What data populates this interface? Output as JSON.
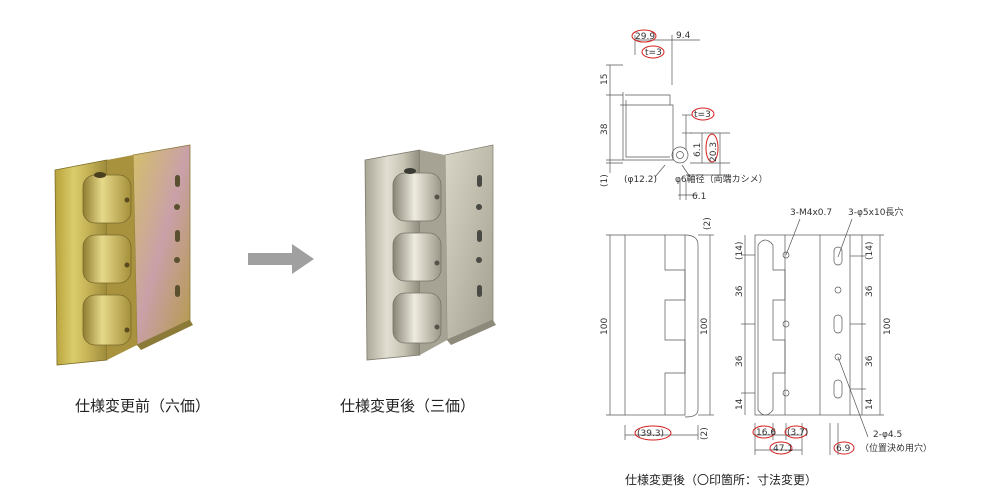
{
  "photos": {
    "before_caption": "仕様変更前（六価）",
    "after_caption": "仕様変更後（三価）"
  },
  "drawing": {
    "colors": {
      "line": "#555555",
      "highlight": "#d42020",
      "text": "#333333"
    },
    "top_view": {
      "dim_width": "29.9",
      "dim_offset": "9.4",
      "thickness_top": "t=3",
      "thickness_side": "t=3",
      "dim_15": "15",
      "dim_38": "38",
      "dim_1": "(1)",
      "dim_6_1_a": "6.1",
      "dim_20_3": "20.3",
      "dim_12_2": "(φ12.2)",
      "axis_note": "φ6軸径（両端カシメ）",
      "dim_6_1_b": "6.1"
    },
    "front_view": {
      "dim_2_top": "(2)",
      "dim_100_left": "100",
      "dim_100_right": "100",
      "dim_39_3": "(39.3)",
      "dim_2_bottom": "(2)"
    },
    "side_view": {
      "screw_label": "3-M4x0.7",
      "slot_label": "3-φ5x10長穴",
      "dim_14_top_left": "(14)",
      "dim_14_top_right": "(14)",
      "dim_36_a_left": "36",
      "dim_36_a_right": "36",
      "dim_100": "100",
      "dim_36_b_left": "36",
      "dim_36_b_right": "36",
      "dim_14_bottom_left": "14",
      "dim_14_bottom_right": "14",
      "dim_16_6": "16.6",
      "dim_3_7": "(3.7)",
      "dim_47_1": "47.1",
      "dim_6_9": "6.9",
      "hole_label": "2-φ4.5",
      "hole_note": "（位置決め用穴）"
    },
    "caption": "仕様変更後（〇印箇所：寸法変更）"
  }
}
